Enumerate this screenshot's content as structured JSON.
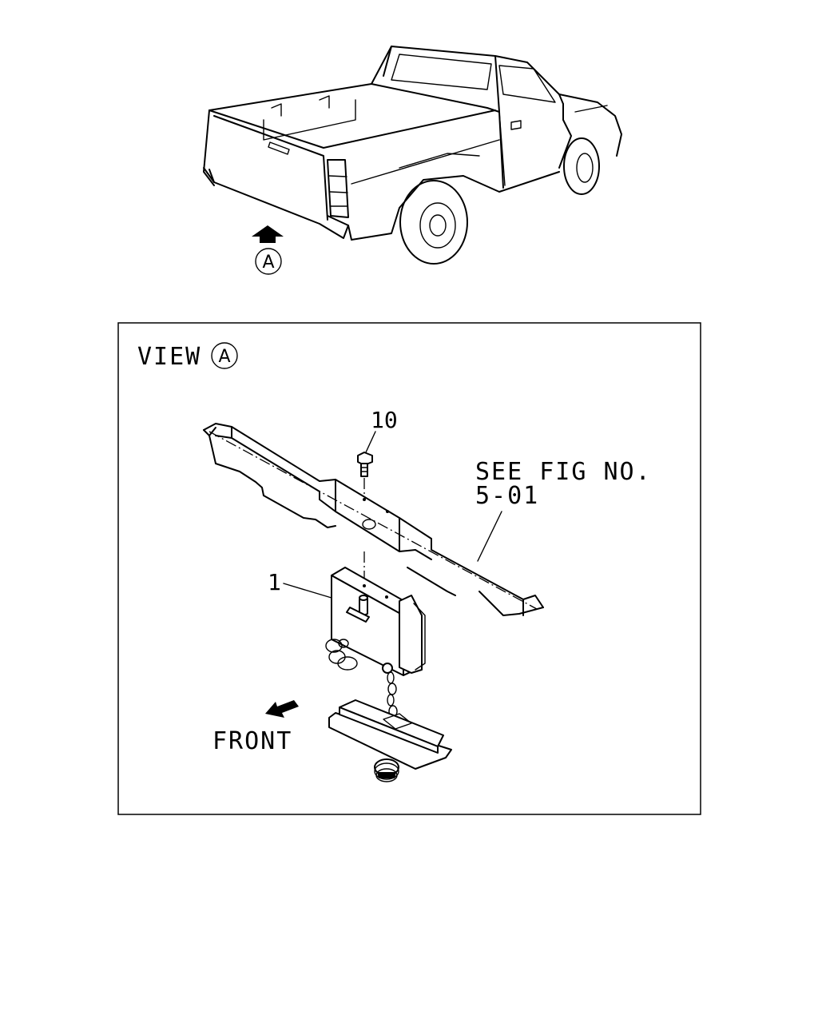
{
  "view_marker": {
    "letter": "A"
  },
  "view_box": {
    "title": "VIEW",
    "marker_letter": "A"
  },
  "callouts": {
    "bolt": "10",
    "bracket": "1",
    "see_fig_line1": "SEE FIG NO.",
    "see_fig_line2": "5-01",
    "front": "FRONT"
  },
  "colors": {
    "line": "#000000",
    "background": "#ffffff"
  }
}
